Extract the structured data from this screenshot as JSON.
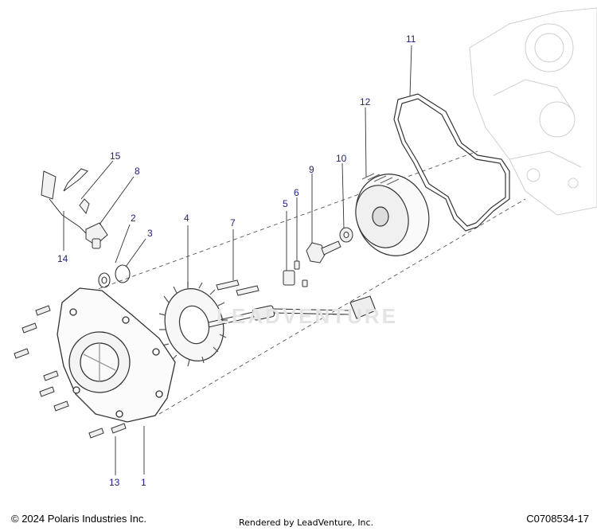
{
  "callouts": [
    {
      "id": "1",
      "label": "1"
    },
    {
      "id": "2",
      "label": "2"
    },
    {
      "id": "3",
      "label": "3"
    },
    {
      "id": "4",
      "label": "4"
    },
    {
      "id": "5",
      "label": "5"
    },
    {
      "id": "6",
      "label": "6"
    },
    {
      "id": "7",
      "label": "7"
    },
    {
      "id": "8",
      "label": "8"
    },
    {
      "id": "9",
      "label": "9"
    },
    {
      "id": "10",
      "label": "10"
    },
    {
      "id": "11",
      "label": "11"
    },
    {
      "id": "12",
      "label": "12"
    },
    {
      "id": "13",
      "label": "13"
    },
    {
      "id": "14",
      "label": "14"
    },
    {
      "id": "15",
      "label": "15"
    }
  ],
  "footer": {
    "copyright": "© 2024 Polaris Industries Inc.",
    "rendered_by": "Rendered by LeadVenture, Inc.",
    "diagram_code": "C0708534-17"
  },
  "watermark": "LEADVENTURE",
  "colors": {
    "callout": "#1a1aa8",
    "line_art": "#333333",
    "background_engine": "#cfcfcf"
  }
}
